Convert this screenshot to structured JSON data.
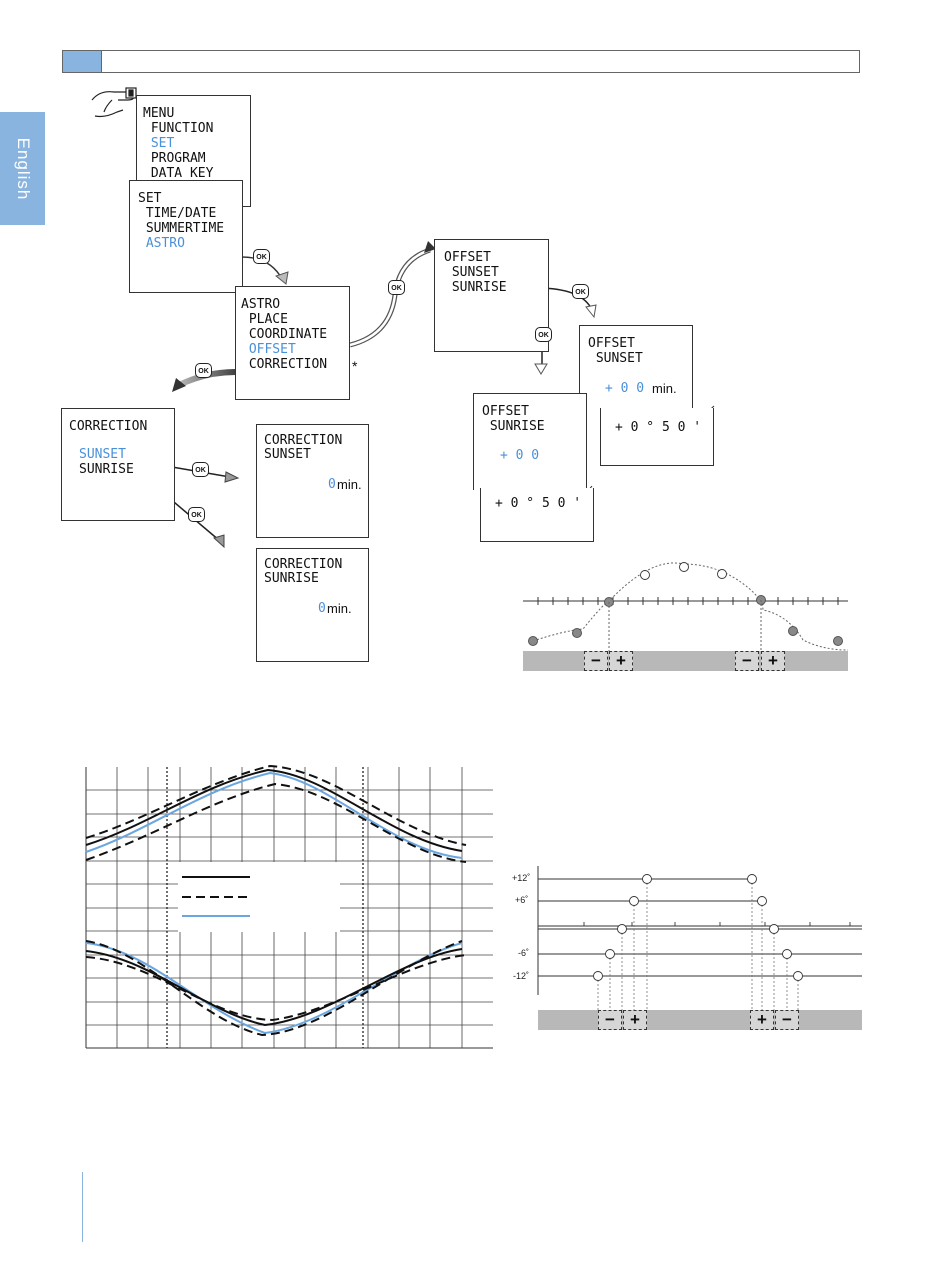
{
  "side_tab": {
    "label": "English"
  },
  "menu": {
    "lines": [
      "MENU",
      " FUNCTION",
      " SET",
      " PROGRAM",
      " DATA KEY"
    ]
  },
  "set": {
    "lines": [
      "SET",
      " TIME/DATE",
      " SUMMERTIME",
      " ASTRO"
    ]
  },
  "astro": {
    "lines": [
      "ASTRO",
      " PLACE",
      " COORDINATE",
      " OFFSET",
      " CORRECTION"
    ],
    "asterisk": "*"
  },
  "offset": {
    "lines": [
      "OFFSET",
      " SUNSET",
      " SUNRISE"
    ]
  },
  "offset_sunset": {
    "lines": [
      "OFFSET",
      " SUNSET"
    ],
    "value": "+ 0 0",
    "unit": "min.",
    "angle": "+ 0 ° 5 0 '"
  },
  "offset_sunrise": {
    "lines": [
      "OFFSET",
      " SUNRISE"
    ],
    "value": "+ 0 0",
    "angle": "+ 0 ° 5 0 '"
  },
  "correction": {
    "lines": [
      "CORRECTION",
      "SUNSET",
      "SUNRISE"
    ]
  },
  "correction_sunset": {
    "lines": [
      "CORRECTION",
      "SUNSET"
    ],
    "value": "0",
    "unit": "min."
  },
  "correction_sunrise": {
    "lines": [
      "CORRECTION",
      "SUNRISE"
    ],
    "value": "0",
    "unit": "min."
  },
  "ok_label": "OK",
  "signs": {
    "minus": "−",
    "plus": "+"
  },
  "angles": {
    "p12": "+12˚",
    "p6": "+6˚",
    "m6": "-6˚",
    "m12": "-12˚"
  },
  "colors": {
    "accent": "#4a90d9",
    "tab_blue": "#8ab4e0",
    "ground_gray": "#b8b8b8"
  }
}
